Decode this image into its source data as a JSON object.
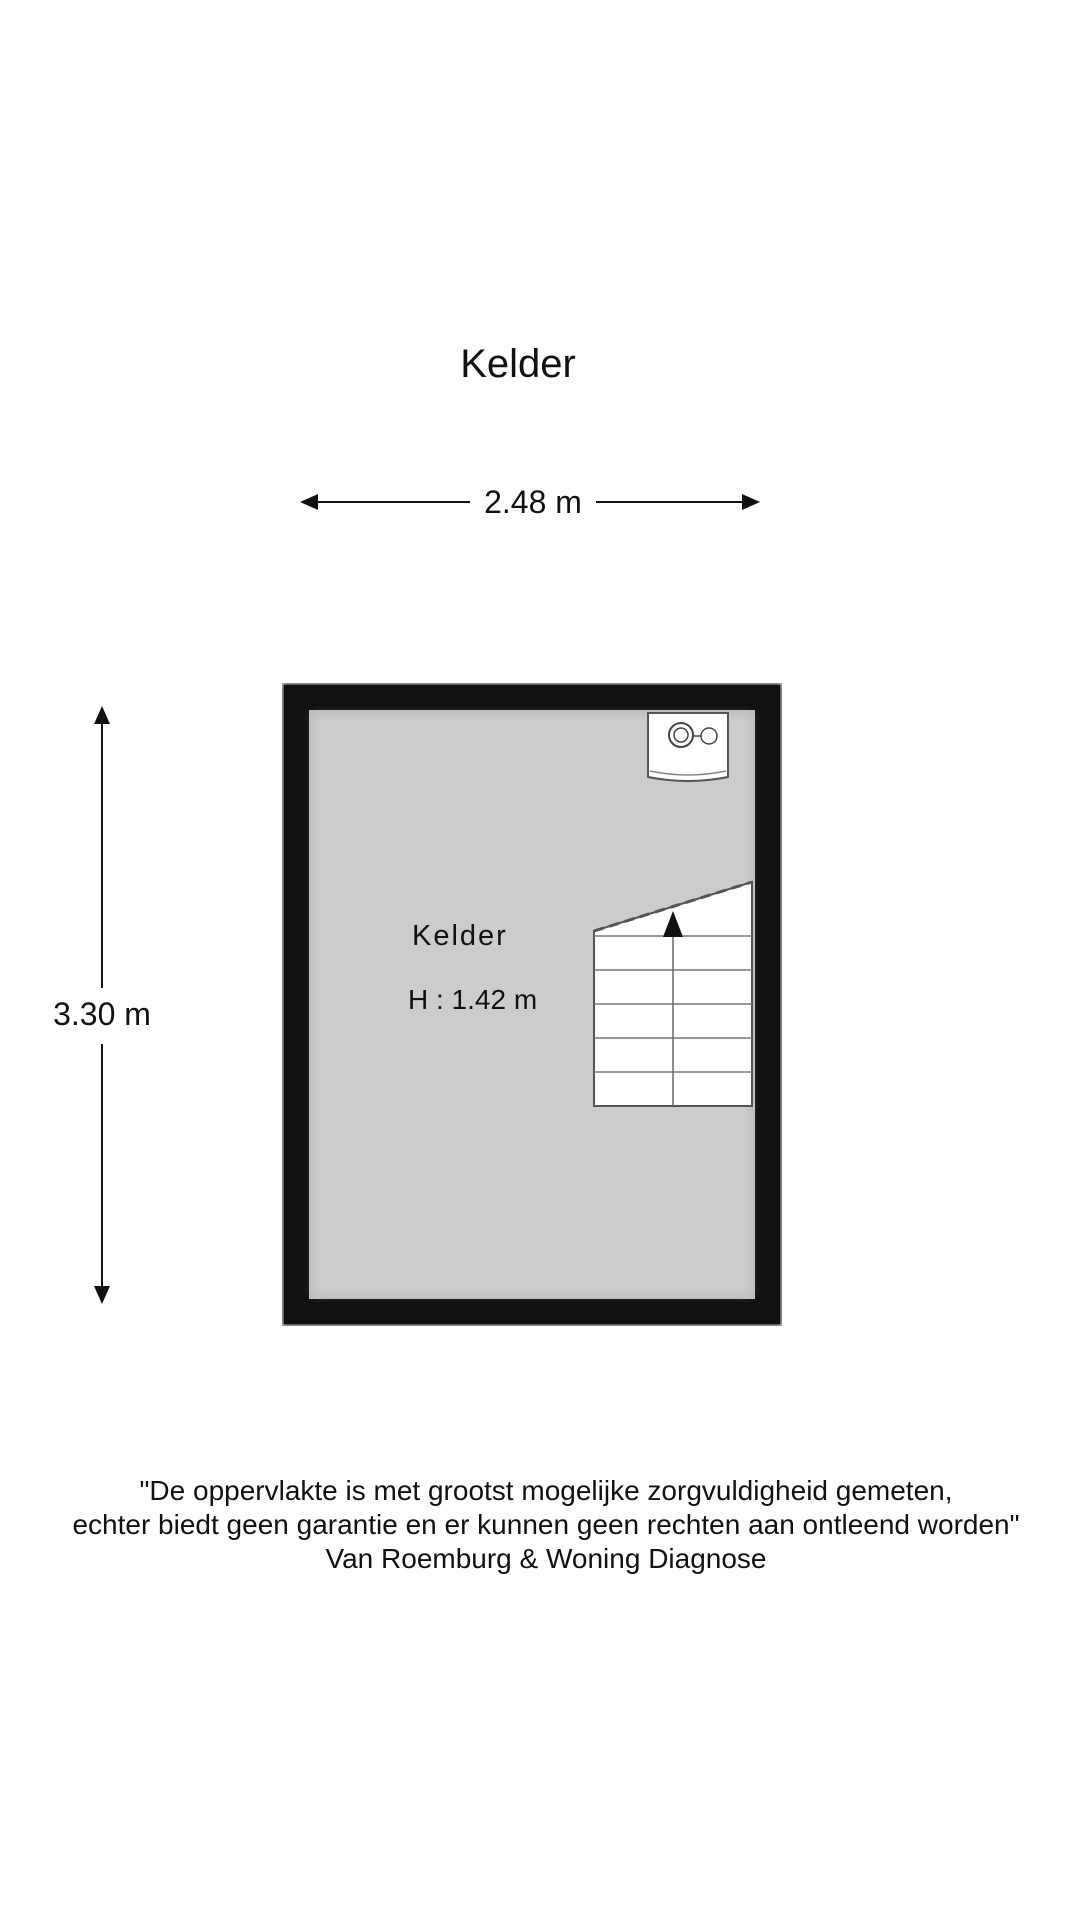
{
  "floor": {
    "title": "Kelder"
  },
  "dimensions": {
    "width": "2.48 m",
    "height": "3.30 m"
  },
  "room": {
    "name": "Kelder",
    "ceiling_height": "H : 1.42 m"
  },
  "fixtures": [
    "boiler-icon",
    "staircase"
  ],
  "colors": {
    "wall": "#111111",
    "floor": "#cccccc",
    "background": "#ffffff"
  },
  "disclaimer": {
    "line1": "\"De oppervlakte is met grootst mogelijke zorgvuldigheid gemeten,",
    "line2": "echter biedt geen garantie en er kunnen geen rechten aan ontleend worden\"",
    "line3": "Van Roemburg & Woning Diagnose"
  }
}
